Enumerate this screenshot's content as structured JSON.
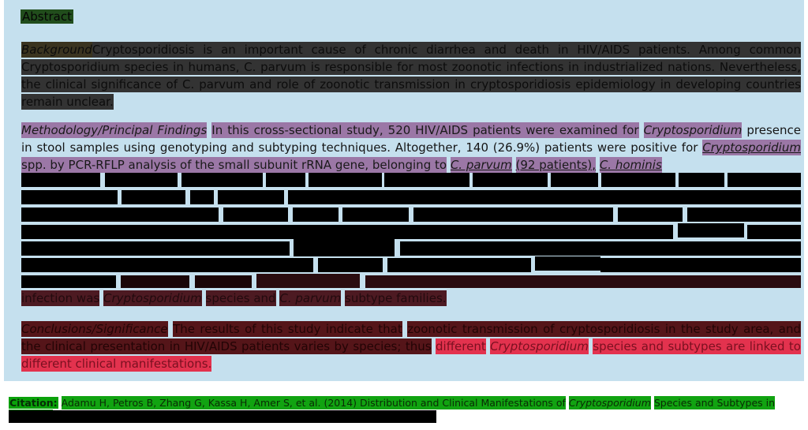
{
  "abstract": {
    "heading": "Abstract",
    "background": {
      "label": "Background",
      "text": "Cryptosporidiosis is an important cause of chronic diarrhea and death in HIV/AIDS patients. Among common Cryptosporidium species in humans, C. parvum is responsible for most zoonotic infections in industrialized nations. Nevertheless, the clinical significance of C. parvum and role of zoonotic transmission in cryptosporidiosis epidemiology in developing countries remain unclear."
    },
    "methodology": {
      "label": "Methodology/Principal Findings",
      "text1": "In this cross-sectional study, 520 HIV/AIDS patients were examined for",
      "genus": "Cryptosporidium",
      "text2": "presence in stool samples using genotyping and subtyping techniques. Altogether, 140 (26.9%) patients were positive for",
      "genus2": "Cryptosporidium",
      "text3": "spp. by PCR-RFLP analysis of the small subunit rRNA gene, belonging to",
      "species1": "C. parvum",
      "text4": "(92 patients),",
      "species2": "C. hominis",
      "tail1": "infection was",
      "tail_genus": "Cryptosporidium",
      "tail2": "species and",
      "tail_species": "C. parvum",
      "tail3": "subtype families."
    },
    "conclusions": {
      "label": "Conclusions/Significance",
      "text1": "The results of this study indicate that",
      "text2": "zoonotic transmission of cryptosporidiosis in the study area, and the clinical presentation in HIV/AIDS patients varies by species; thus",
      "text3": "different",
      "genus": "Cryptosporidium",
      "text4": "species and subtypes are linked to different clinical manifestations."
    }
  },
  "citation": {
    "label": "Citation:",
    "text": "Adamu H, Petros B, Zhang G, Kassa H, Amer S, et al. (2014) Distribution and Clinical Manifestations of",
    "genus": "Cryptosporidium",
    "text2": "Species and Subtypes in HIV/AIDS"
  },
  "colors": {
    "panel": "#c5e0ee",
    "heading_bg": "#214d1c",
    "methodology_highlight": "#9b77a6",
    "conclusion_highlight": "#e3324e",
    "citation_highlight": "#11a311"
  }
}
